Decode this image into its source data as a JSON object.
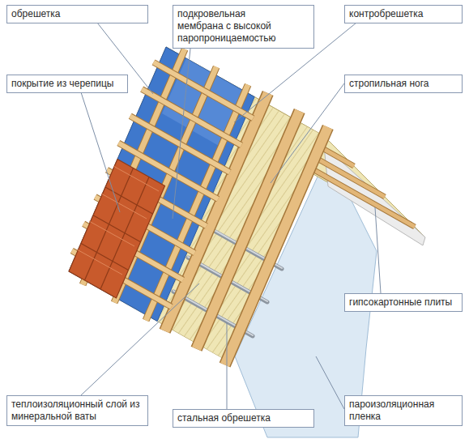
{
  "diagram": {
    "labels": [
      "обрешетка",
      "подкровельная мембрана с высокой паропроницаемостью",
      "контробрешетка",
      "покрытие из черепицы",
      "стропильная нога",
      "гипсокартонные плиты",
      "теплоизоляционный слой из минеральной ваты",
      "стальная обрешетка",
      "пароизоляционная пленка"
    ]
  }
}
